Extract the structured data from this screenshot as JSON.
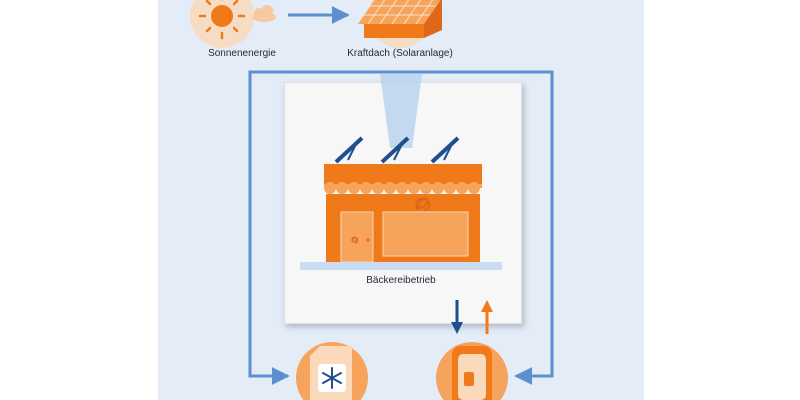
{
  "labels": {
    "solar_energy": "Sonnenenergie",
    "power_roof": "Kraftdach (Solaranlage)",
    "bakery": "Bäckereibetrieb"
  },
  "colors": {
    "background_panel": "#e3ecf7",
    "orange": "#f07a1a",
    "orange_light": "#f6a45c",
    "flow_arrow": "#5b8fcf",
    "down_arrow": "#1f4e8c",
    "up_arrow": "#f07a1a"
  },
  "icons": [
    "sun-icon",
    "cloud-icon",
    "solar-roof-icon",
    "bakery-building-icon",
    "pretzel-icon",
    "solar-panel-icon",
    "freezer-icon",
    "snowflake-icon",
    "battery-storage-icon"
  ]
}
